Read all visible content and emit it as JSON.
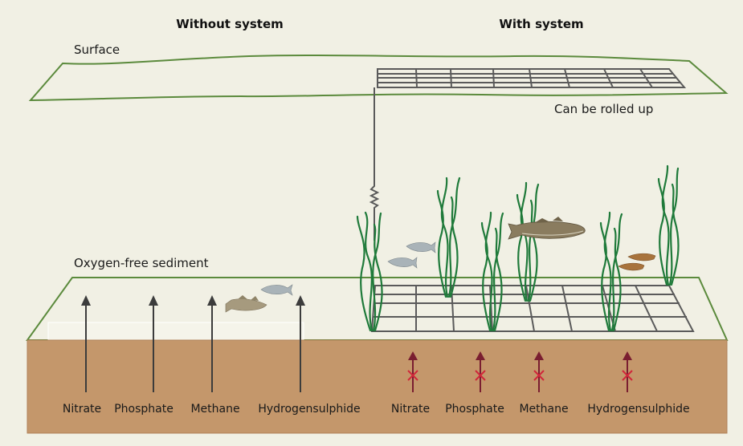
{
  "titles": {
    "left": "Without system",
    "right": "With system"
  },
  "labels": {
    "surface": "Surface",
    "rolled": "Can be rolled up",
    "sediment": "Oxygen-free sediment"
  },
  "left_substances": [
    "Nitrate",
    "Phosphate",
    "Methane",
    "Hydrogensulphide"
  ],
  "right_substances": [
    "Nitrate",
    "Phosphate",
    "Methane",
    "Hydrogensulphide"
  ],
  "right_flux_blocked": true,
  "colors": {
    "background": "#f1f0e4",
    "plane_outline": "#5b8a3c",
    "sediment": "#c4976b",
    "sediment_edge": "#b08158",
    "net_grid": "#5a5a5a",
    "arrow_left": "#3c3c3c",
    "arrow_right": "#7a1e30",
    "cross": "#d0263a",
    "seagrass": "#1f7a3a"
  }
}
